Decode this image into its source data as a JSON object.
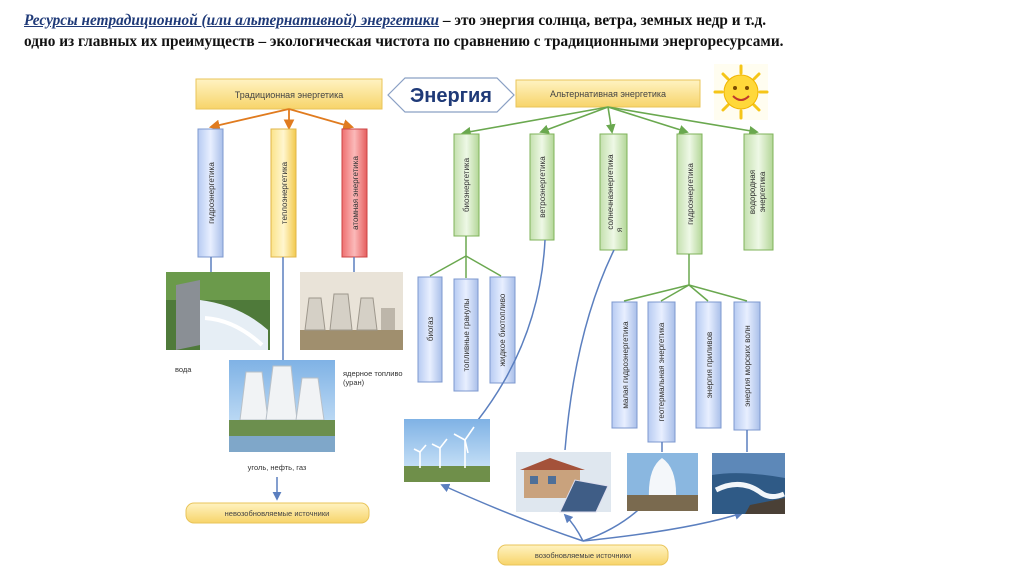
{
  "header": {
    "term": "Ресурсы нетрадиционной (или альтернативной) энергетики",
    "rest": " – это энергия солнца, ветра, земных недр и т.д.",
    "line2": "одно из главных их преимуществ – экологическая чистота по сравнению с традиционными энергоресурсами."
  },
  "nodes": {
    "energy": "Энергия",
    "traditional": "Традиционная энергетика",
    "alternative": "Альтернативная энергетика",
    "hydro_trad": "гидроэнергетика",
    "thermal": "теплоэнергетика",
    "atomic": "атомная энергетика",
    "bio": "биоэнергетика",
    "wind": "ветроэнергетика",
    "solar_a": "солнечнаэнергетика",
    "solar_b": "я",
    "hydro_alt": "гидроэнергетика",
    "hydrogen_a": "водородная",
    "hydrogen_b": "энергетика",
    "biogas": "биогаз",
    "pellets": "топливные гранулы",
    "biofuel": "жидкое биотопливо",
    "small_hydro": "малая гидроэнергетика",
    "geothermal": "геотермальная энергетика",
    "tidal": "энергия приливов",
    "waves": "энергия морских волн"
  },
  "captions": {
    "water": "вода",
    "nuclear_a": "ядерное топливо",
    "nuclear_b": "(уран)",
    "fossil": "уголь, нефть, газ"
  },
  "sources": {
    "nonrenewable": "невозобновляемые источники",
    "renewable": "возобновляемые источники"
  },
  "colors": {
    "orange_arrow": "#e07b1f",
    "green_line": "#6aa84f",
    "blue_line": "#5b7fbf",
    "yellow_fill": "#fce38a",
    "blue_fill": "#c9d8f5",
    "green_fill": "#d5eac4",
    "red_fill": "#f08080",
    "title_blue": "#1f3a78"
  }
}
